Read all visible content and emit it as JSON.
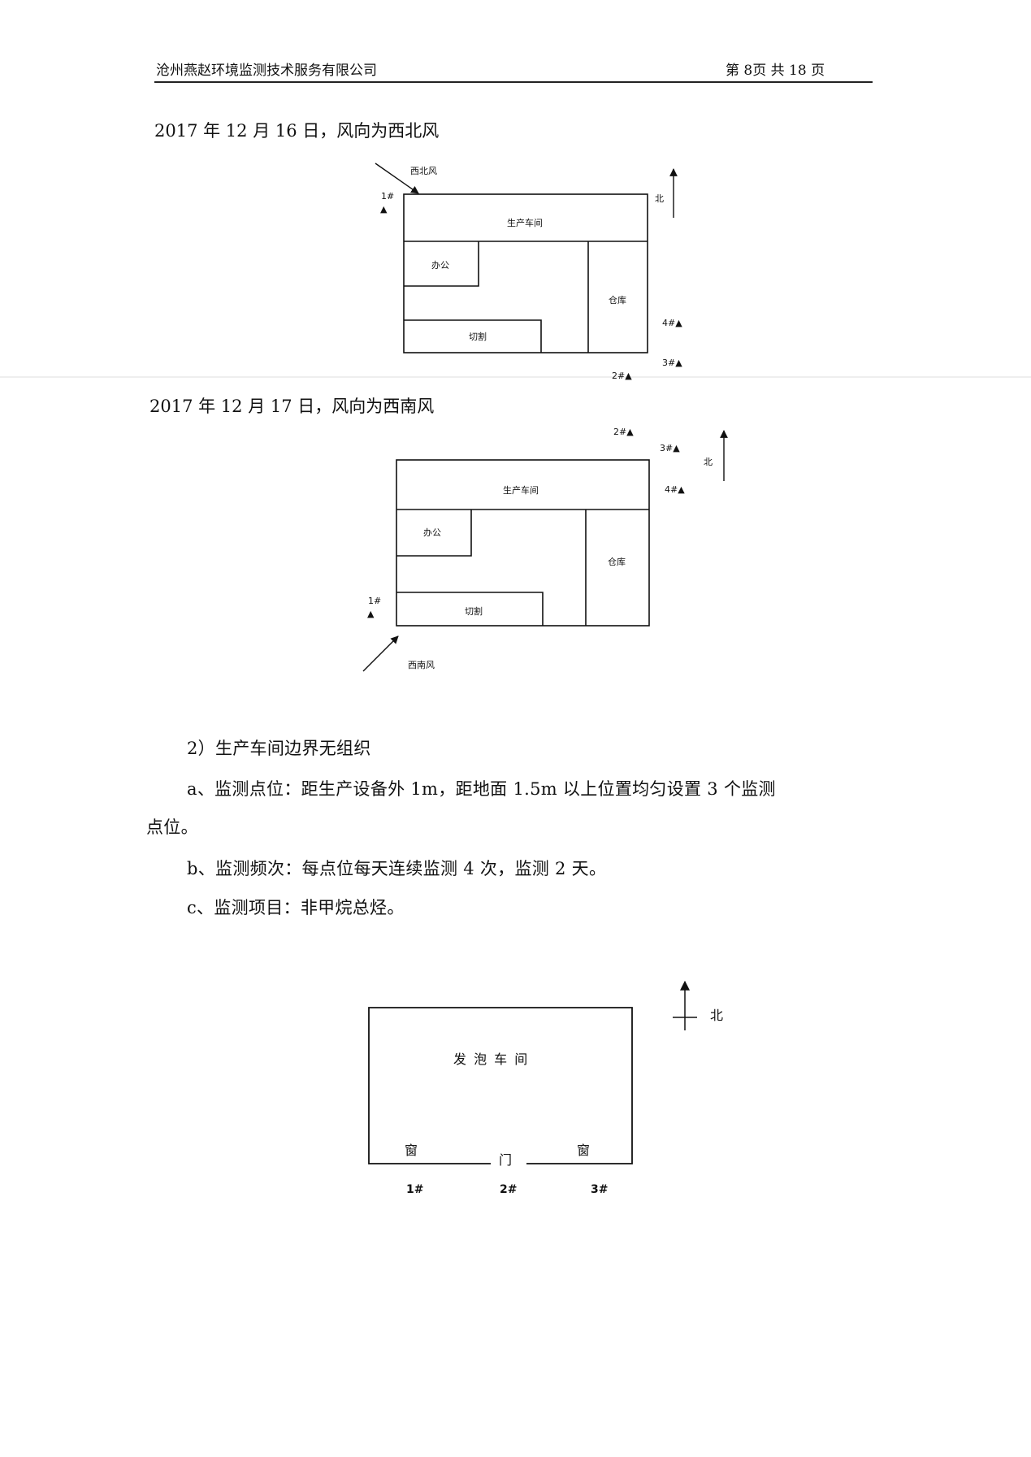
{
  "header": {
    "company": "沧州燕赵环境监测技术服务有限公司",
    "page_info": "第 8页   共 18 页"
  },
  "diagram1": {
    "caption": "2017 年 12 月 16 日，风向为西北风",
    "wind_label": "西北风",
    "north_label": "北",
    "workshop": "生产车间",
    "office": "办公",
    "warehouse": "仓库",
    "cutting": "切割",
    "points": {
      "p1": "1#",
      "p2": "2#",
      "p3": "3#",
      "p4": "4#"
    },
    "triangle": "▲"
  },
  "diagram2": {
    "caption": "2017 年 12 月 17 日，风向为西南风",
    "wind_label": "西南风",
    "north_label": "北",
    "workshop": "生产车间",
    "office": "办公",
    "warehouse": "仓库",
    "cutting": "切割",
    "points": {
      "p1": "1#",
      "p2": "2#",
      "p3": "3#",
      "p4": "4#"
    },
    "triangle": "▲"
  },
  "section2": {
    "heading": "2）生产车间边界无组织",
    "item_a_line1": "a、监测点位：距生产设备外 1m，距地面 1.5m 以上位置均匀设置 3 个监测",
    "item_a_line2": "点位。",
    "item_b": "b、监测频次：每点位每天连续监测 4 次，监测 2 天。",
    "item_c": "c、监测项目：非甲烷总烃。"
  },
  "diagram3": {
    "workshop": "发 泡 车 间",
    "north_label": "北",
    "window_left": "窗",
    "window_right": "窗",
    "door": "门",
    "points": {
      "p1": "1#",
      "p2": "2#",
      "p3": "3#"
    }
  },
  "para_mark": "↵"
}
